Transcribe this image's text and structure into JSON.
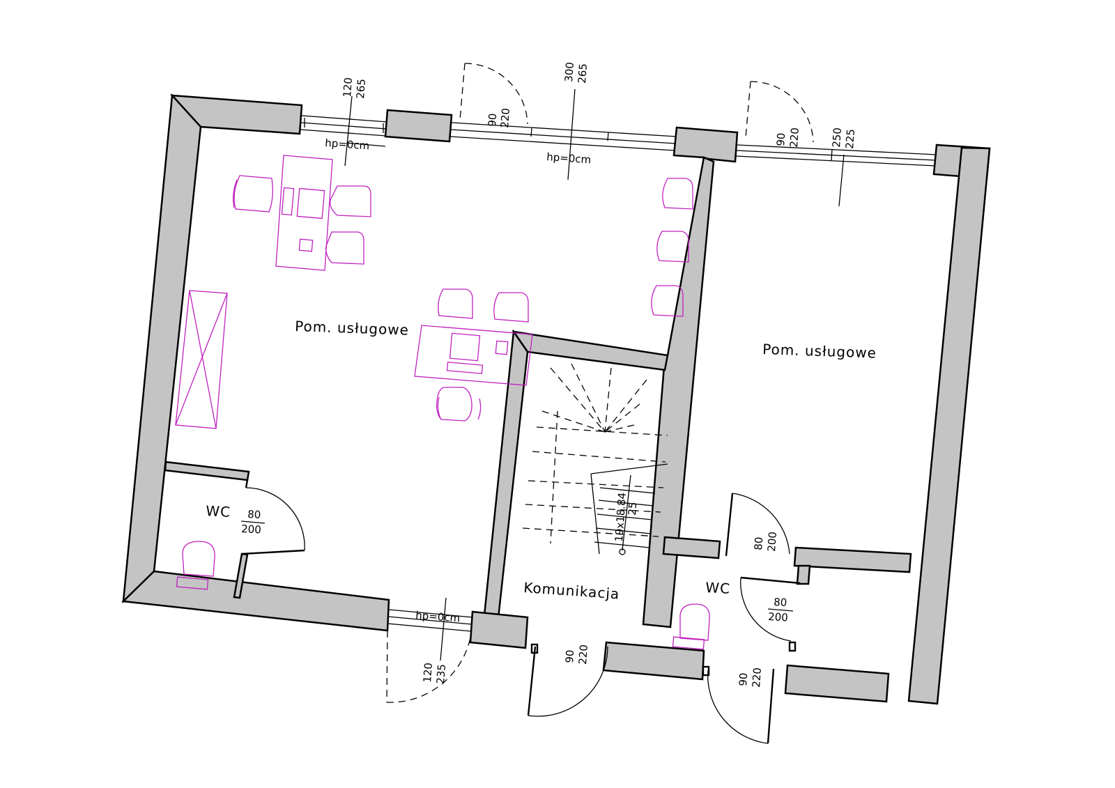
{
  "rooms": {
    "office_left": "Pom. usługowe",
    "office_right": "Pom. usługowe",
    "wc_left": "WC",
    "wc_right": "WC",
    "corridor": "Komunikacja"
  },
  "windows": {
    "top_left": {
      "w": "120",
      "h": "265",
      "sill": "hp=0cm"
    },
    "top_mid": {
      "w": "300",
      "h": "265",
      "sill": "hp=0cm"
    },
    "top_right": {
      "w": "250",
      "h": "225"
    },
    "bottom": {
      "w": "120",
      "h": "235",
      "sill": "hp=0cm"
    }
  },
  "doors": {
    "top_mid": {
      "w": "90",
      "h": "220"
    },
    "top_right": {
      "w": "90",
      "h": "220"
    },
    "wc_left": {
      "w": "80",
      "h": "200"
    },
    "wc_right_a": {
      "w": "80",
      "h": "200"
    },
    "wc_right_b": {
      "w": "80",
      "h": "200"
    },
    "entry_left": {
      "w": "90",
      "h": "220"
    },
    "entry_right": {
      "w": "90",
      "h": "220"
    }
  },
  "stair": {
    "spec": "19x18.84",
    "depth": "25"
  },
  "colors": {
    "wall_fill": "#c4c4c4",
    "furniture": "#c020c0",
    "ink": "#000000"
  }
}
